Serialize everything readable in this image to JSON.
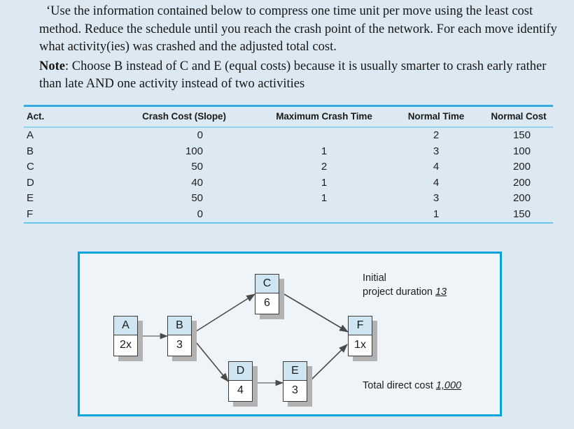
{
  "prose": {
    "paragraph1": "ʻUse the information contained below to compress one time unit per move using the least cost method. Reduce the schedule until you reach the crash point of the network. For each move identify what activity(ies) was crashed and the adjusted total cost.",
    "note_label": "Note",
    "note_text": ": Choose B instead of C and E (equal costs) because it is usually smarter to crash early rather than late AND one activity instead of two activities"
  },
  "table": {
    "headers": {
      "act": "Act.",
      "slope": "Crash Cost (Slope)",
      "max_crash_time": "Maximum Crash Time",
      "normal_time": "Normal Time",
      "normal_cost": "Normal Cost"
    },
    "rows": [
      {
        "act": "A",
        "slope": "0",
        "max_crash_time": "",
        "normal_time": "2",
        "normal_cost": "150"
      },
      {
        "act": "B",
        "slope": "100",
        "max_crash_time": "1",
        "normal_time": "3",
        "normal_cost": "100"
      },
      {
        "act": "C",
        "slope": "50",
        "max_crash_time": "2",
        "normal_time": "4",
        "normal_cost": "200"
      },
      {
        "act": "D",
        "slope": "40",
        "max_crash_time": "1",
        "normal_time": "4",
        "normal_cost": "200"
      },
      {
        "act": "E",
        "slope": "50",
        "max_crash_time": "1",
        "normal_time": "3",
        "normal_cost": "200"
      },
      {
        "act": "F",
        "slope": "0",
        "max_crash_time": "",
        "normal_time": "1",
        "normal_cost": "150"
      }
    ]
  },
  "diagram": {
    "nodes": [
      {
        "id": "A",
        "label": "A",
        "duration": "2x"
      },
      {
        "id": "B",
        "label": "B",
        "duration": "3"
      },
      {
        "id": "C",
        "label": "C",
        "duration": "6"
      },
      {
        "id": "D",
        "label": "D",
        "duration": "4"
      },
      {
        "id": "E",
        "label": "E",
        "duration": "3"
      },
      {
        "id": "F",
        "label": "F",
        "duration": "1x"
      }
    ],
    "edges": [
      "A->B",
      "B->C",
      "B->D",
      "C->F",
      "D->E",
      "E->F"
    ],
    "annotations": {
      "duration_line1": "Initial",
      "duration_line2": "project duration",
      "duration_value": "13",
      "cost_label": "Total direct cost",
      "cost_value": "1,000"
    },
    "colors": {
      "panel_border": "#00a3dd",
      "panel_fill": "#eef4f8",
      "node_header": "#cfe6f2",
      "node_shadow": "#b2b2b2"
    }
  },
  "page": {
    "background": "#dce9f2",
    "rule_color": "#35ace0"
  }
}
